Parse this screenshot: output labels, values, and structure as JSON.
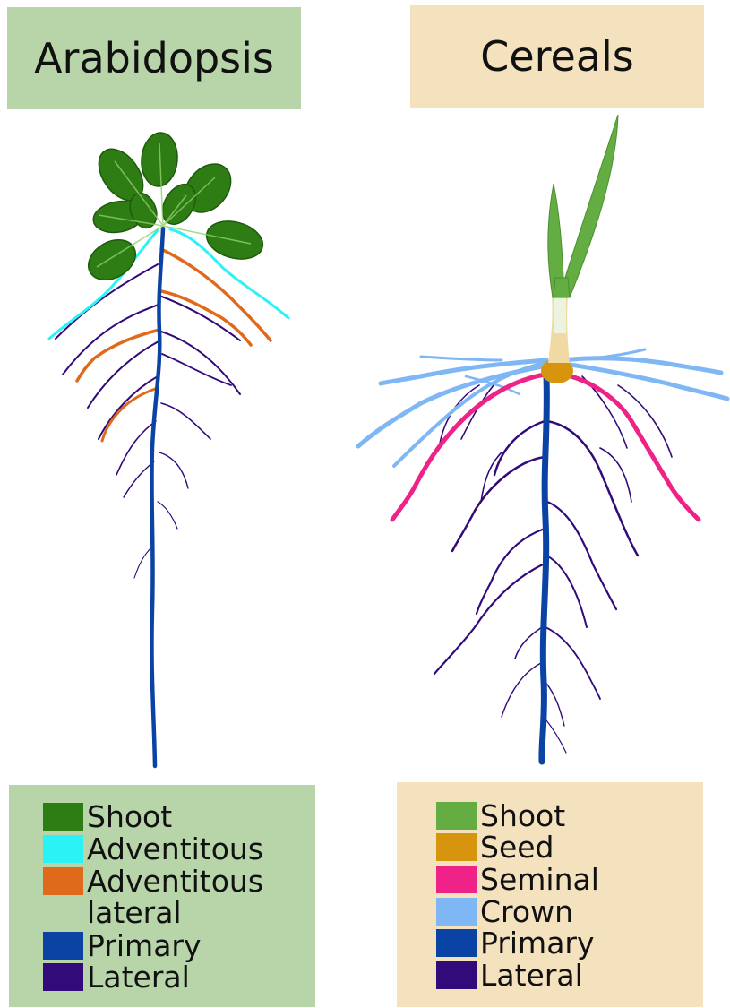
{
  "titles": {
    "left": "Arabidopsis",
    "right": "Cereals"
  },
  "colors": {
    "arabidopsis_panel": "#b7d5a9",
    "cereals_panel": "#f4e2bf",
    "shoot_dark": "#2e7d14",
    "shoot_light": "#63ad42",
    "adventitous": "#2af2f5",
    "adventitous_lateral": "#e06a1c",
    "primary": "#0b43a4",
    "lateral": "#320a7a",
    "seed": "#d6950c",
    "seminal": "#ee2287",
    "crown": "#7fb7f5"
  },
  "legend_left": [
    {
      "label": "Shoot",
      "color": "#2e7d14"
    },
    {
      "label": "Adventitous",
      "color": "#2af2f5"
    },
    {
      "label": "Adventitous\nlateral",
      "color": "#e06a1c"
    },
    {
      "label": "Primary",
      "color": "#0b43a4"
    },
    {
      "label": "Lateral",
      "color": "#320a7a"
    }
  ],
  "legend_right": [
    {
      "label": "Shoot",
      "color": "#63ad42"
    },
    {
      "label": "Seed",
      "color": "#d6950c"
    },
    {
      "label": "Seminal",
      "color": "#ee2287"
    },
    {
      "label": "Crown",
      "color": "#7fb7f5"
    },
    {
      "label": "Primary",
      "color": "#0b43a4"
    },
    {
      "label": "Lateral",
      "color": "#320a7a"
    }
  ]
}
